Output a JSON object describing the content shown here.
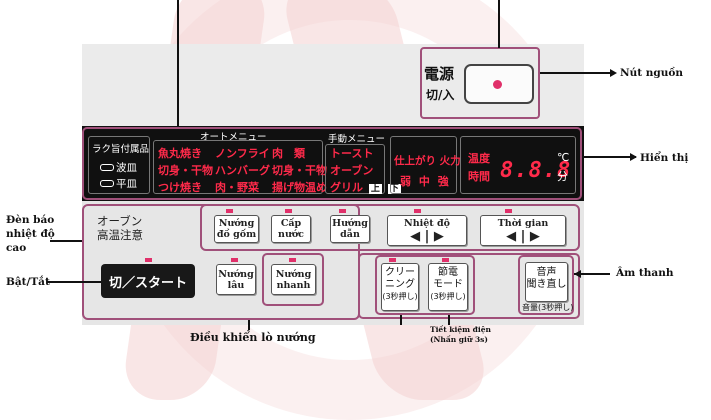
{
  "power": {
    "kanji": "電源",
    "sub": "切/入"
  },
  "display": {
    "s1": {
      "title": "ラク旨付属品",
      "l1": "波皿",
      "l2": "平皿"
    },
    "auto_menu": "オートメニュー",
    "s2": {
      "c1": [
        "魚丸焼き",
        "切身・干物",
        "つけ焼き"
      ],
      "c2": [
        "ノンフライ",
        "ハンバーグ",
        "肉・野菜"
      ]
    },
    "s3": {
      "c1": [
        "肉　類",
        "切身・干物",
        "揚げ物温め"
      ]
    },
    "manual_menu": "手動メニュー",
    "s4": {
      "c1": [
        "トースト",
        "オーブン",
        "グリル"
      ],
      "up": "上",
      "down": "下"
    },
    "s5": {
      "r1a": "仕上がり",
      "r1b": "火力",
      "r2": [
        "弱",
        "中",
        "強"
      ]
    },
    "s6": {
      "t1": "温度",
      "t2": "時間",
      "seg": "8.8.8",
      "u1": "℃",
      "u2": "分"
    }
  },
  "oven_hot": {
    "l1": "オーブン",
    "l2": "高温注意"
  },
  "buttons": {
    "b1": "Nướng\nđồ gốm",
    "b2": "Cấp\nnước",
    "b3": "Hướng\ndẫn",
    "b4": "Nhiệt độ",
    "b5": "Thời gian",
    "b6": "Nướng\nlâu",
    "b7": "Nướng\nnhanh",
    "start": "切／スタート",
    "clean": {
      "l1": "クリー",
      "l2": "ニング",
      "l3": "(3秒押し)"
    },
    "eco": {
      "l1": "節電",
      "l2": "モード",
      "l3": "(3秒押し)"
    },
    "voice": {
      "l1": "音声",
      "l2": "聞き直し",
      "l3": "音量(3秒押し)"
    },
    "arrows": "◀ | ▶"
  },
  "callouts": {
    "power": "Nút nguồn",
    "display": "Hiển thị",
    "temp_light": "Đèn báo\nnhiệt độ\ncao",
    "onoff": "Bật/Tắt",
    "sound": "Âm thanh",
    "control": "Điều khiển lò nướng",
    "eco": "Tiết kiệm điện\n(Nhấn giữ 3s)"
  },
  "colors": {
    "accent": "#a0507a",
    "led": "#e0306a",
    "display_red": "#ff2a4a"
  }
}
